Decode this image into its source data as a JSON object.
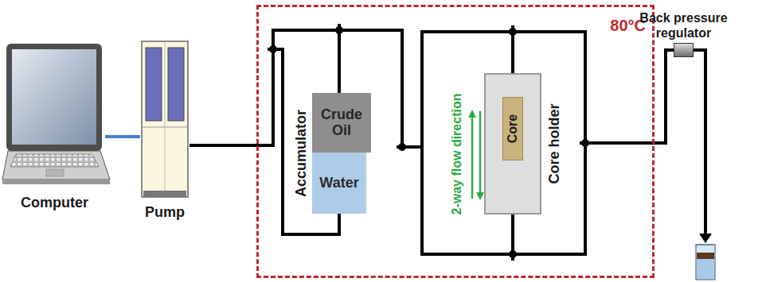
{
  "diagram": {
    "nodes": [
      {
        "text": [
          "Computer"
        ]
      },
      {
        "text": [
          "Pump"
        ]
      },
      {
        "text": [
          "80°C"
        ]
      },
      {
        "text": [
          "Accumulator"
        ],
        "in": 2
      },
      {
        "text": [
          "Crude Oil"
        ],
        "in": 3
      },
      {
        "text": [
          "Water"
        ],
        "in": 3
      },
      {
        "text": [
          "Core holder"
        ],
        "in": 2
      },
      {
        "text": [
          "Core"
        ],
        "in": 6
      },
      {
        "text": [
          "Back pressure regulator"
        ]
      }
    ],
    "edges": [
      {
        "from": 0,
        "to": 1,
        "arrow": "none"
      },
      {
        "from": 1,
        "to": 3,
        "arrow": "none"
      },
      {
        "from": 3,
        "to": 6,
        "arrow": "none"
      },
      {
        "from": 6,
        "to": 8,
        "arrow": "none"
      }
    ],
    "labels": [
      "2-way flow direction"
    ]
  }
}
